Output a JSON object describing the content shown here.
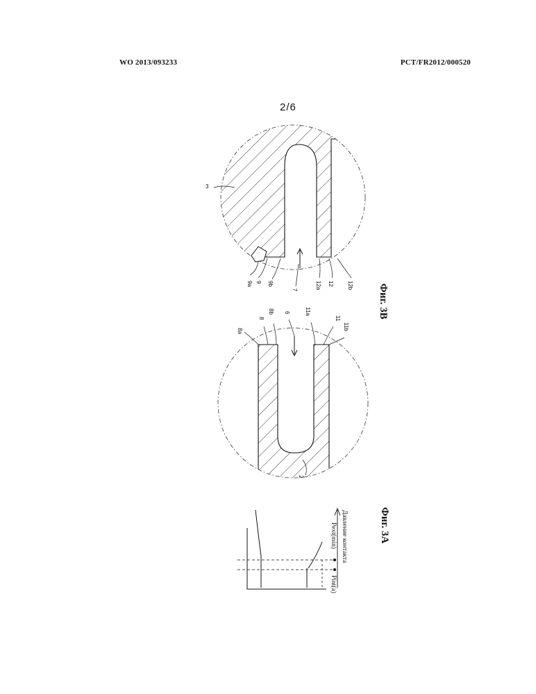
{
  "header": {
    "left": "WO 2013/093233",
    "right": "PCT/FR2012/000520"
  },
  "page_number": "2/6",
  "fig3b": {
    "caption": "Фиг. 3B",
    "part_label": "3",
    "refs": [
      "9a",
      "9",
      "9b",
      "7",
      "12a",
      "12",
      "12b"
    ]
  },
  "fig3a_mid": {
    "part_label": "2",
    "refs": [
      "8a",
      "8",
      "8b",
      "6",
      "11a",
      "11",
      "11b"
    ]
  },
  "fig3a": {
    "caption": "Фиг. 3A",
    "label_pext": "Pext(min)",
    "label_pint": "Pint(a)",
    "axis_label": "Давление контакта"
  }
}
